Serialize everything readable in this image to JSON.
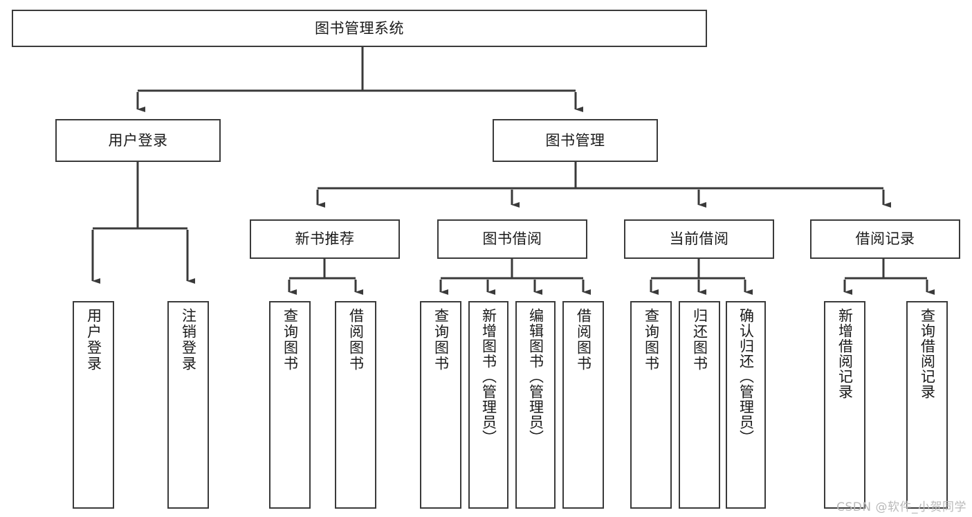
{
  "diagram": {
    "title": "图书管理系统",
    "type": "hierarchical-tree",
    "levels": 4,
    "root": {
      "id": "root",
      "label": "图书管理系统",
      "orientation": "horizontal"
    },
    "level2": [
      {
        "id": "user-login",
        "label": "用户登录",
        "orientation": "horizontal"
      },
      {
        "id": "book-management",
        "label": "图书管理",
        "orientation": "horizontal"
      }
    ],
    "level3": [
      {
        "id": "new-book-recommend",
        "label": "新书推荐",
        "orientation": "horizontal",
        "parent": "book-management"
      },
      {
        "id": "book-borrow",
        "label": "图书借阅",
        "orientation": "horizontal",
        "parent": "book-management"
      },
      {
        "id": "current-borrow",
        "label": "当前借阅",
        "orientation": "horizontal",
        "parent": "book-management"
      },
      {
        "id": "borrow-record",
        "label": "借阅记录",
        "orientation": "horizontal",
        "parent": "book-management"
      }
    ],
    "leaves": [
      {
        "id": "leaf-user-login",
        "label": "用户登录",
        "parent": "user-login",
        "orientation": "vertical"
      },
      {
        "id": "leaf-logout",
        "label": "注销登录",
        "parent": "user-login",
        "orientation": "vertical"
      },
      {
        "id": "leaf-query-book-1",
        "label": "查询图书",
        "parent": "new-book-recommend",
        "orientation": "vertical"
      },
      {
        "id": "leaf-borrow-book-1",
        "label": "借阅图书",
        "parent": "new-book-recommend",
        "orientation": "vertical"
      },
      {
        "id": "leaf-query-book-2",
        "label": "查询图书",
        "parent": "book-borrow",
        "orientation": "vertical"
      },
      {
        "id": "leaf-add-book",
        "label": "新增图书（管理员）",
        "parent": "book-borrow",
        "orientation": "vertical"
      },
      {
        "id": "leaf-edit-book",
        "label": "编辑图书（管理员）",
        "parent": "book-borrow",
        "orientation": "vertical"
      },
      {
        "id": "leaf-borrow-book-2",
        "label": "借阅图书",
        "parent": "book-borrow",
        "orientation": "vertical"
      },
      {
        "id": "leaf-query-book-3",
        "label": "查询图书",
        "parent": "current-borrow",
        "orientation": "vertical"
      },
      {
        "id": "leaf-return-book",
        "label": "归还图书",
        "parent": "current-borrow",
        "orientation": "vertical"
      },
      {
        "id": "leaf-confirm-return",
        "label": "确认归还（管理员）",
        "parent": "current-borrow",
        "orientation": "vertical"
      },
      {
        "id": "leaf-add-record",
        "label": "新增借阅记录",
        "parent": "borrow-record",
        "orientation": "vertical"
      },
      {
        "id": "leaf-query-record",
        "label": "查询借阅记录",
        "parent": "borrow-record",
        "orientation": "vertical"
      }
    ],
    "colors": {
      "border": "#3a3a3a",
      "text": "#1a1a1a",
      "background": "#ffffff",
      "edge": "#3a3a3a",
      "watermark": "#b9b9b9"
    }
  },
  "watermark": {
    "text": "CSDN @软件_小贺同学"
  }
}
